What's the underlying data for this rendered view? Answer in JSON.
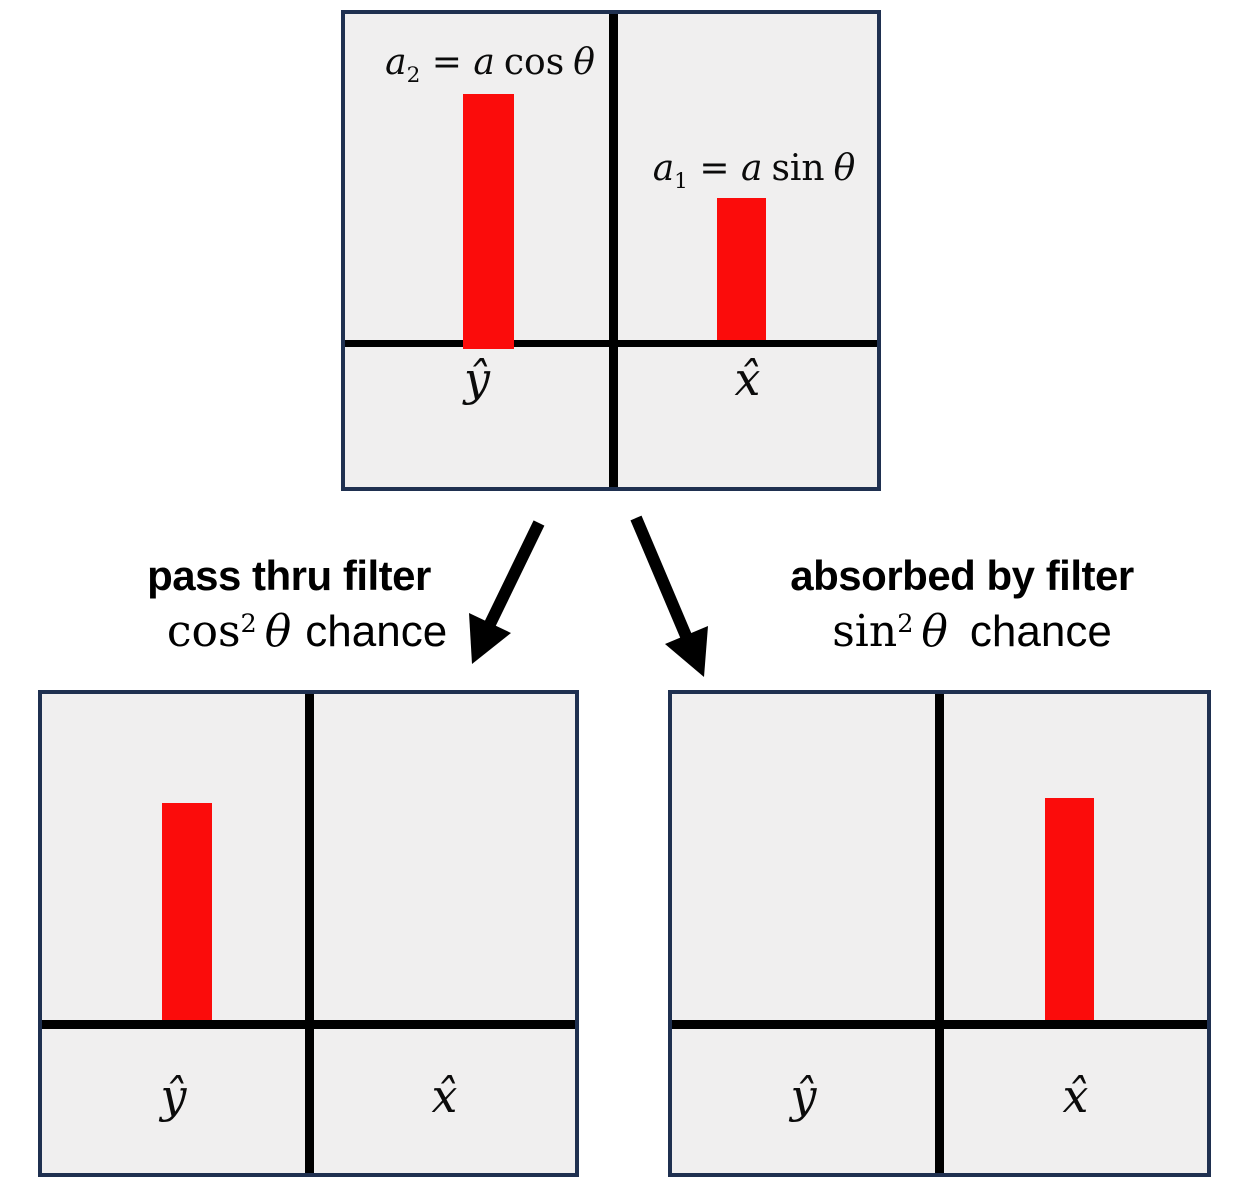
{
  "colors": {
    "bar_red": "#FB0C0B",
    "panel_bg": "#F0EFEF",
    "panel_border": "#1F3050",
    "line_black": "#000000"
  },
  "top_panel": {
    "left_amplitude": {
      "var": "a",
      "sub": "2",
      "eq": " = ",
      "coef": "a",
      "func": "cos",
      "angle": "θ"
    },
    "right_amplitude": {
      "var": "a",
      "sub": "1",
      "eq": " = ",
      "coef": "a",
      "func": "sin",
      "angle": "θ"
    },
    "left_axis": "ŷ",
    "right_axis": "x̂"
  },
  "left_branch": {
    "title": "pass thru filter",
    "func": "cos",
    "sup": "2",
    "angle": "θ",
    "suffix": "chance"
  },
  "right_branch": {
    "title": "absorbed by filter",
    "func": "sin",
    "sup": "2",
    "angle": "θ",
    "suffix": "chance"
  },
  "bottom_left_panel": {
    "left_axis": "ŷ",
    "right_axis": "x̂"
  },
  "bottom_right_panel": {
    "left_axis": "ŷ",
    "right_axis": "x̂"
  },
  "bars": {
    "top_y_relative_height": 1.0,
    "top_x_relative_height": 0.57,
    "bottom_left_y_relative_height": 0.87,
    "bottom_right_x_relative_height": 0.89
  }
}
